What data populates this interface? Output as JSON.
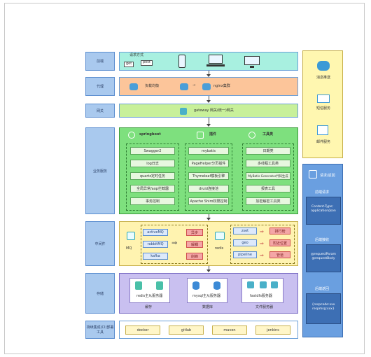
{
  "layers": {
    "client": "前端",
    "proxy": "代理",
    "gateway": "网关",
    "business": "业务服务",
    "middleware": "中间件",
    "storage": "存储",
    "ci": "持续集成(CI)部署工具"
  },
  "client": {
    "request_label": "请求方式",
    "methods": [
      "get",
      "post"
    ]
  },
  "proxy": {
    "lb": "负载均衡",
    "nginx": "nginx集群"
  },
  "gateway": {
    "label": "gateway 网关(统一)网关"
  },
  "business": {
    "col1_title": "springboot",
    "col2_title": "插件",
    "col3_title": "工具类",
    "col1_items": [
      "Swagger2",
      "log日志",
      "quartz定时任务",
      "全局异常/aop拦截器",
      "事务控制"
    ],
    "col2_items": [
      "mybatis",
      "PageHelper分页插件",
      "Thymeleaf模板引擎",
      "druid连接池",
      "Apache Shiro权限控制"
    ],
    "col3_items": [
      "日期类",
      "多线程工具类",
      "MyBatis Generator代码生成",
      "报表工具",
      "加密解密工具类"
    ]
  },
  "middleware": {
    "mq_label": "MQ",
    "mq_items": [
      "activeMQ",
      "rabbitMQ",
      "kafka"
    ],
    "mq_uses": [
      "异步",
      "解耦",
      "削峰"
    ],
    "redis_label": "redis",
    "redis_items": [
      "zset",
      "geo",
      "pipeline"
    ],
    "redis_uses": [
      "排行榜",
      "附近位置",
      "管道"
    ]
  },
  "storage": {
    "groups": [
      {
        "title": "redis主从服务器",
        "caption": "缓存"
      },
      {
        "title": "mysql主从服务器",
        "caption": "数据库"
      },
      {
        "title": "fastdfs服务器",
        "caption": "文件服务器"
      }
    ]
  },
  "ci": {
    "tools": [
      "docker",
      "gitlab",
      "maven",
      "jenkins"
    ]
  },
  "right_top": {
    "items": [
      "消息推送",
      "短信服务",
      "邮件服务"
    ]
  },
  "right_bottom": {
    "header": "请求/返回",
    "sections": [
      {
        "title": "前端请求",
        "body": "Content-Type：\napplication/json"
      },
      {
        "title": "后端接收",
        "body": "@requestParam\n@requestBody"
      },
      {
        "title": "后端返回",
        "body": "{respcode:xxx\nrespmsg:xxx}"
      }
    ]
  },
  "colors": {
    "client": "#a8f0e0",
    "proxy": "#fcc59a",
    "gateway": "#c8f09a",
    "business": "#7ee07e",
    "middleware": "#fff3b0",
    "storage": "#c9c0f0",
    "ci": "#fff3b0",
    "side_panel": "#6a9fe0",
    "yellow_panel": "#fff7b0"
  }
}
